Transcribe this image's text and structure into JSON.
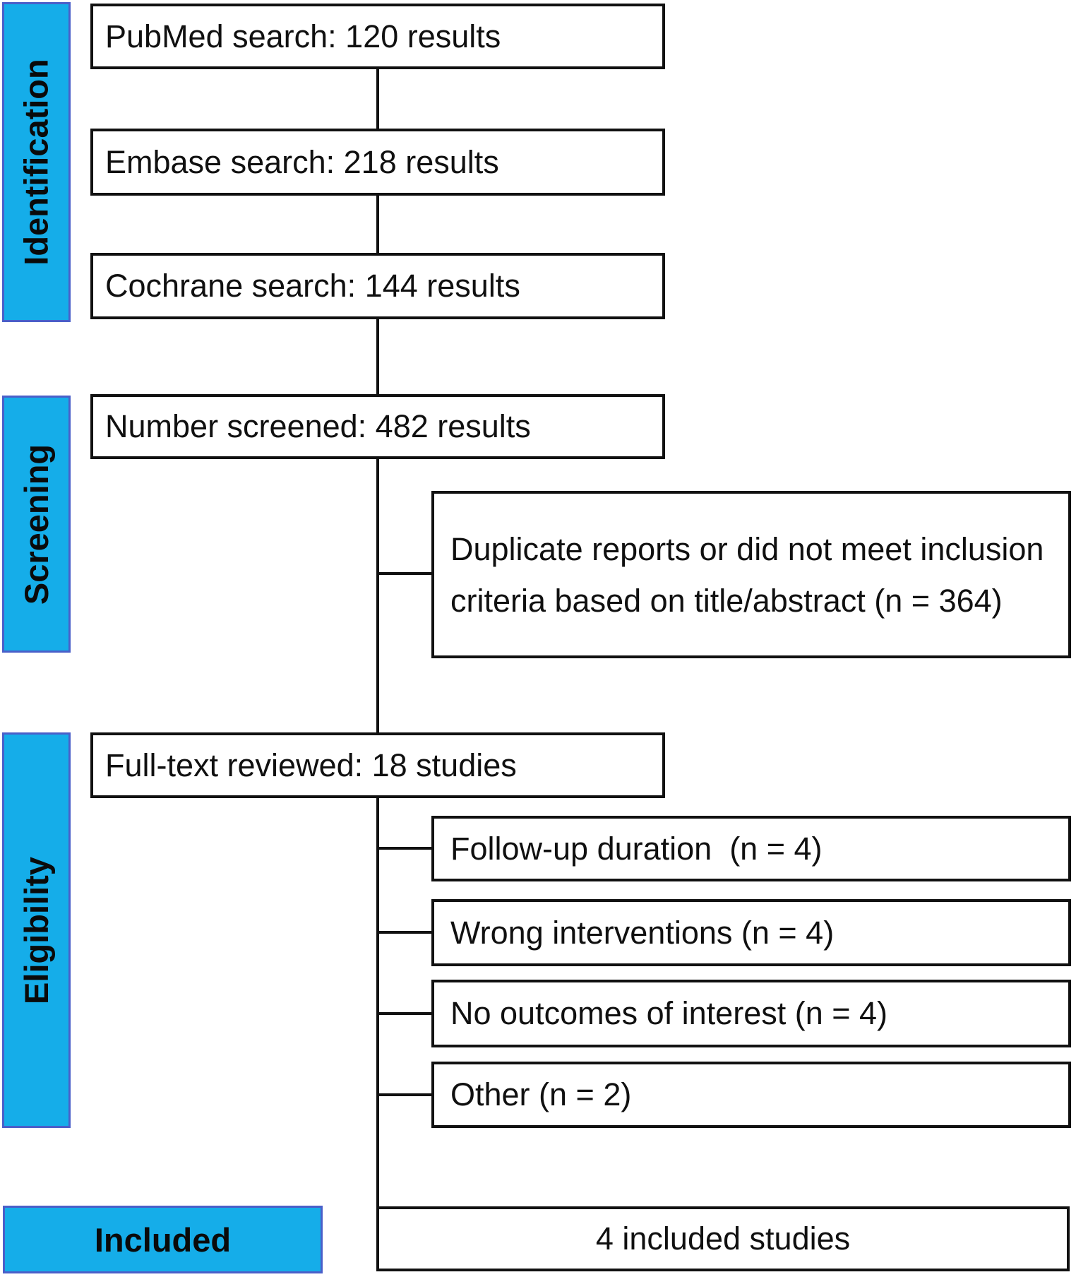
{
  "stages": {
    "identification": "Identification",
    "screening": "Screening",
    "eligibility": "Eligibility",
    "included": "Included"
  },
  "boxes": {
    "pubmed": "PubMed search: 120 results",
    "embase": "Embase search: 218 results",
    "cochrane": "Cochrane search: 144 results",
    "screened": "Number screened: 482 results",
    "duplicate": "Duplicate reports or did not meet inclusion criteria based on title/abstract (n = 364)",
    "fulltext": "Full-text reviewed: 18 studies",
    "followup": "Follow-up duration  (n = 4)",
    "wrong": "Wrong interventions (n = 4)",
    "nooutcomes": "No outcomes of interest (n = 4)",
    "other": "Other (n = 2)",
    "included_studies": "4 included studies"
  },
  "colors": {
    "stage_fill": "#15ADE9",
    "stage_border": "#4A5FC9",
    "box_border": "#111111",
    "connector": "#111111",
    "text": "#101010"
  }
}
